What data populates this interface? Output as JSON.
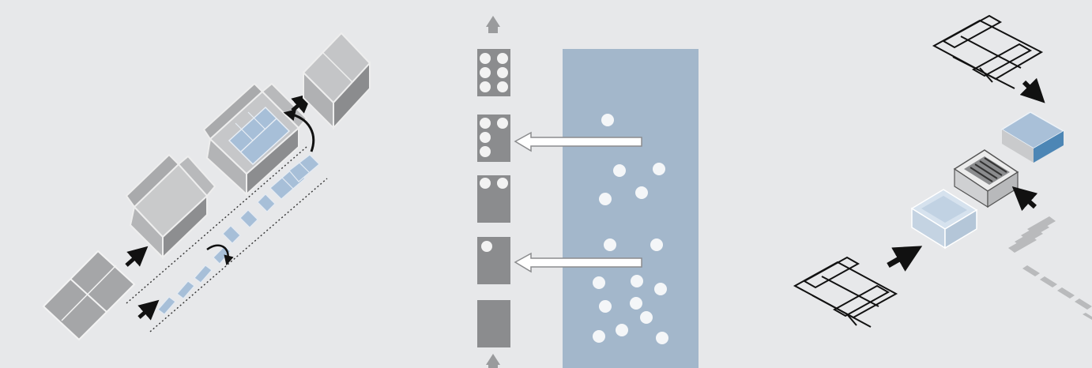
{
  "figure": {
    "background": "#e7e8ea",
    "panels": [
      {
        "id": "case-packing",
        "icons": [
          "flat-carton-icon",
          "open-carton-icon",
          "filled-carton-icon",
          "closed-carton-icon",
          "product-conveyor-icon",
          "flow-arrow-icon",
          "rotate-arrow-icon"
        ],
        "product_color": "#a7bfd8"
      },
      {
        "id": "product-grouping",
        "icons": [
          "up-arrow-icon",
          "slot-icon",
          "transfer-arrow-icon",
          "product-stream-icon"
        ],
        "stream_color": "#a3b7cb",
        "slot_fill_counts": [
          6,
          4,
          2,
          1,
          0
        ]
      },
      {
        "id": "tray-packing",
        "icons": [
          "carton-blank-icon",
          "flow-arrow-icon",
          "open-tray-icon",
          "loaded-tray-icon",
          "lid-icon",
          "product-feed-icon"
        ],
        "accent_color": "#4d86b5"
      }
    ]
  }
}
